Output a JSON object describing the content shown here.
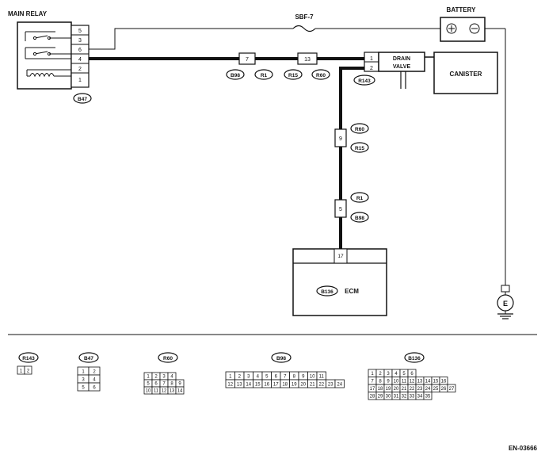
{
  "labels": {
    "main_relay": "MAIN RELAY",
    "battery": "BATTERY",
    "fuse": "SBF-7",
    "drain_valve_line1": "DRAIN",
    "drain_valve_line2": "VALVE",
    "canister": "CANISTER",
    "ecm": "ECM",
    "ground": "E",
    "doc_code": "EN-03666"
  },
  "connectors": {
    "b47": "B47",
    "b98": "B98",
    "r1": "R1",
    "r15": "R15",
    "r60": "R60",
    "r143": "R143",
    "b136": "B136"
  },
  "pins": {
    "relay": [
      "5",
      "3",
      "6",
      "4",
      "2",
      "1"
    ],
    "b98_pin": "7",
    "r15_pin": "13",
    "valve": [
      "1",
      "2"
    ],
    "r60_pin": "9",
    "r1_pin": "5",
    "ecm_pin": "17"
  },
  "legend": {
    "r143": {
      "title": "R143",
      "rows": [
        [
          "1",
          "2"
        ]
      ]
    },
    "b47": {
      "title": "B47",
      "rows": [
        [
          "1",
          "2"
        ],
        [
          "3",
          "4"
        ],
        [
          "5",
          "6"
        ]
      ]
    },
    "r60": {
      "title": "R60",
      "rows": [
        [
          "1",
          "2",
          "3",
          "4"
        ],
        [
          "5",
          "6",
          "7",
          "8",
          "9"
        ],
        [
          "10",
          "11",
          "12",
          "13",
          "14"
        ]
      ]
    },
    "b98": {
      "title": "B98",
      "rows": [
        [
          "1",
          "2",
          "3",
          "4",
          "5",
          "6",
          "7",
          "8",
          "9",
          "10",
          "11"
        ],
        [
          "12",
          "13",
          "14",
          "15",
          "16",
          "17",
          "18",
          "19",
          "20",
          "21",
          "22",
          "23",
          "24"
        ]
      ]
    },
    "b136": {
      "title": "B136",
      "rows": [
        [
          "1",
          "2",
          "3",
          "4",
          "5",
          "6"
        ],
        [
          "7",
          "8",
          "9",
          "10",
          "11",
          "12",
          "13",
          "14",
          "15",
          "16"
        ],
        [
          "17",
          "18",
          "19",
          "20",
          "21",
          "22",
          "23",
          "24",
          "25",
          "26",
          "27"
        ],
        [
          "28",
          "29",
          "30",
          "31",
          "32",
          "33",
          "34",
          "35"
        ]
      ]
    }
  },
  "colors": {
    "line": "#111111",
    "background": "#ffffff"
  }
}
